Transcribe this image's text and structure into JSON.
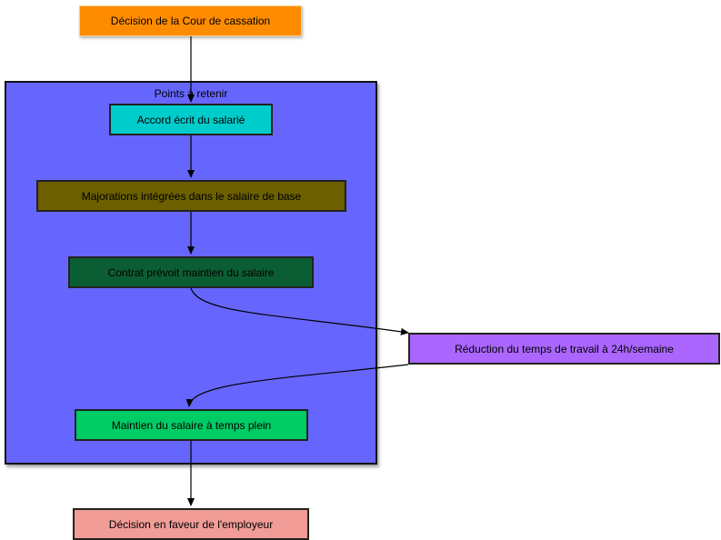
{
  "group": {
    "label": "Points à retenir",
    "color": "#6666ff"
  },
  "nodes": {
    "decision": {
      "label": "Décision de la Cour de cassation",
      "color": "#ff8c00"
    },
    "accord": {
      "label": "Accord écrit du salarié",
      "color": "#00cccc"
    },
    "majorations": {
      "label": "Majorations intégrées dans le salaire de base",
      "color": "#6b5f00"
    },
    "contrat": {
      "label": "Contrat prévoit maintien du salaire",
      "color": "#0b5e33"
    },
    "reduction": {
      "label": "Réduction du temps de travail à 24h/semaine",
      "color": "#aa66ff"
    },
    "maintien": {
      "label": "Maintien du salaire à temps plein",
      "color": "#00cc66"
    },
    "faveur": {
      "label": "Décision en faveur de l'employeur",
      "color": "#f19c97"
    }
  }
}
